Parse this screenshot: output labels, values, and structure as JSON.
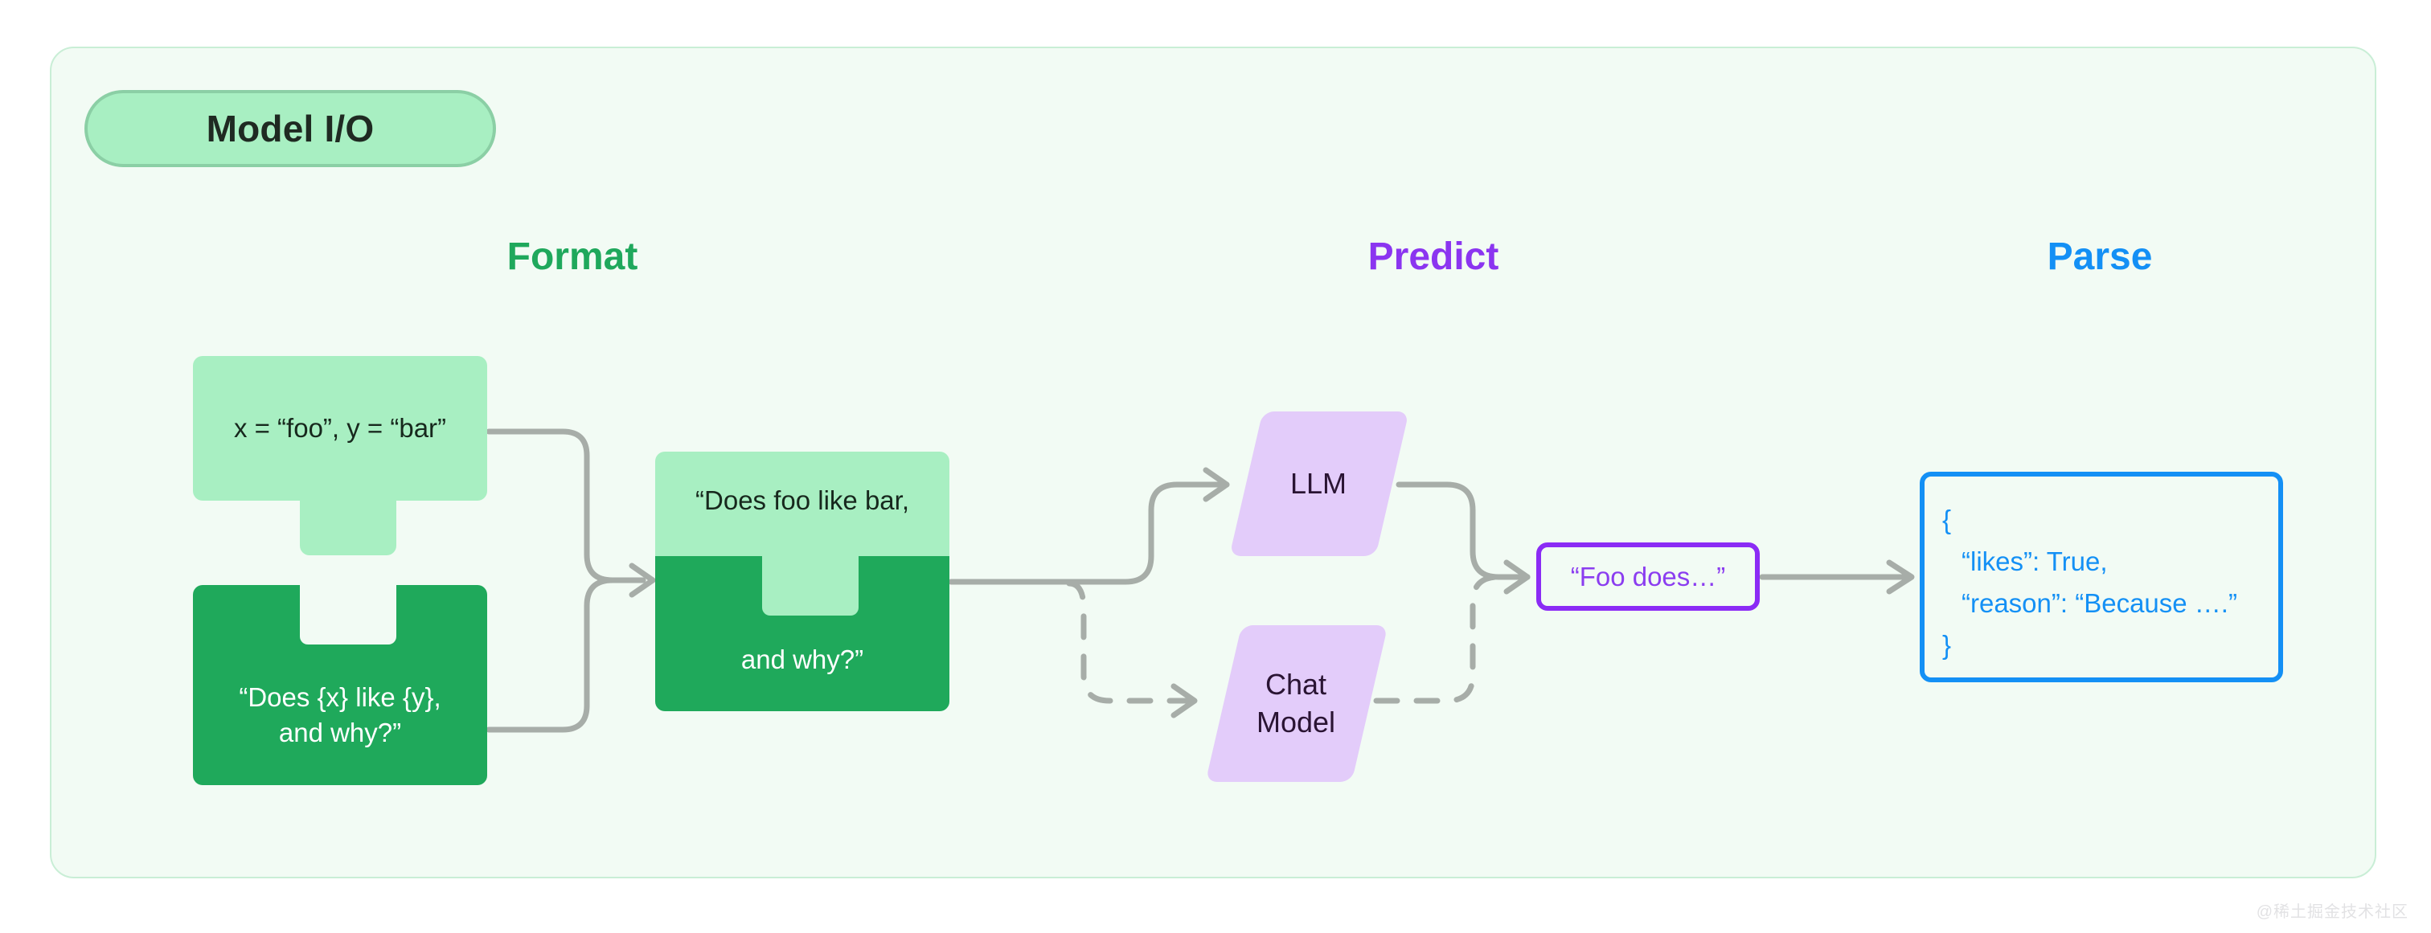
{
  "panel": {
    "title": "Model I/O",
    "background_color": "#F2FBF4",
    "border_color": "#C9EED6"
  },
  "headings": {
    "format": {
      "label": "Format",
      "color": "#1FA85C"
    },
    "predict": {
      "label": "Predict",
      "color": "#8B35F0"
    },
    "parse": {
      "label": "Parse",
      "color": "#1490F5"
    }
  },
  "format_stage": {
    "values_block": {
      "text": "x = “foo”, y = “bar”",
      "fill_color": "#A8EFC2",
      "text_color": "#17281D"
    },
    "template_block": {
      "text": "“Does {x} like {y},\nand why?”",
      "fill_color": "#1FA95B",
      "text_color": "#FFFFFF"
    },
    "merged_block": {
      "text_top": "“Does foo like bar,",
      "text_bottom": "and why?”",
      "top_fill_color": "#A8EFC2",
      "bottom_fill_color": "#1FA95B"
    }
  },
  "predict_stage": {
    "llm": {
      "label": "LLM",
      "fill_color": "#E3CCFA",
      "text_color": "#2A1433"
    },
    "chat_model": {
      "label": "Chat\nModel",
      "fill_color": "#E3CCFA",
      "text_color": "#2A1433"
    },
    "output": {
      "text": "“Foo does…”",
      "border_color": "#8B2BF5",
      "text_color": "#8B3DF0"
    }
  },
  "parse_stage": {
    "json_lines": [
      "{",
      "“likes”: True,",
      "“reason”: “Because ….”",
      "}"
    ],
    "border_color": "#1490F5",
    "text_color": "#1490F5"
  },
  "connectors": {
    "stroke_color": "#A7ADA8",
    "solid_label": "solid-connector",
    "dashed_label": "dashed-connector"
  },
  "watermark": {
    "text": "@稀土掘金技术社区"
  }
}
